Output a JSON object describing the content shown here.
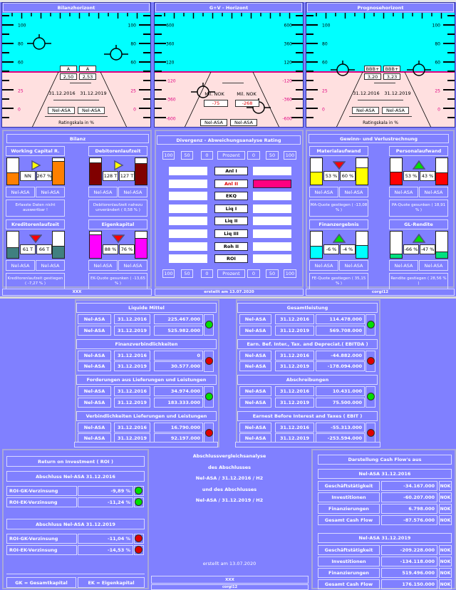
{
  "horizons": [
    {
      "title": "Bilanzhorizont",
      "scale_top": [
        "100",
        "80",
        "60"
      ],
      "scale_bottom": [
        "25",
        "0"
      ],
      "ratings": [
        "A",
        "A"
      ],
      "scores": [
        "2,50",
        "2,53"
      ],
      "dates": [
        "31.12.2016",
        "31.12.2019"
      ],
      "companies": [
        "Nel-ASA",
        "Nel-ASA"
      ],
      "caption": "Ratingskala in %"
    },
    {
      "title": "G+V - Horizont",
      "scale_top": [
        "600",
        "360",
        "120"
      ],
      "scale_bottom": [
        "-120",
        "-360",
        "-600"
      ],
      "units": [
        "Mil. NOK",
        "Mil. NOK"
      ],
      "values": [
        "-75",
        "-268"
      ],
      "companies": [
        "Nel-ASA",
        "Nel-ASA"
      ]
    },
    {
      "title": "Prognosehorizont",
      "scale_top": [
        "100",
        "80",
        "60"
      ],
      "scale_bottom": [
        "25",
        "0"
      ],
      "ratings": [
        "BBB+",
        "BBB+"
      ],
      "scores": [
        "3,20",
        "3,23"
      ],
      "dates": [
        "31.12.2016",
        "31.12.2019"
      ],
      "companies": [
        "Nel-ASA",
        "Nel-ASA"
      ],
      "caption": "Ratingskala in %"
    }
  ],
  "bilanz": {
    "title": "Bilanz",
    "gauges": [
      {
        "title": "Working Capital R.",
        "values": [
          "NN",
          "267 %"
        ],
        "companies": [
          "Nel-ASA",
          "Nel-ASA"
        ],
        "note": "Erfasste Daten nicht auswertbar !",
        "arrow": "right",
        "color": "#ff8000",
        "fill": [
          0.45,
          0.9
        ]
      },
      {
        "title": "Debitorenlaufzeit",
        "values": [
          "128 T",
          "127 T"
        ],
        "companies": [
          "Nel-ASA",
          "Nel-ASA"
        ],
        "note": "Debitorenlaufzeit nahezu unverändert ( 0,58 % )",
        "arrow": "right",
        "color": "#800000",
        "fill": [
          0.85,
          0.82
        ]
      },
      {
        "title": "Kreditorenlaufzeit",
        "values": [
          "61 T",
          "66 T"
        ],
        "companies": [
          "Nel-ASA",
          "Nel-ASA"
        ],
        "note": "Kreditorenlaufzeit gestiegen ( -7,27 % )",
        "arrow": "down",
        "color": "#408080",
        "fill": [
          0.4,
          0.45
        ]
      },
      {
        "title": "Eigenkapital",
        "values": [
          "88 %",
          "76 %"
        ],
        "companies": [
          "Nel-ASA",
          "Nel-ASA"
        ],
        "note": "EK-Quote gesunken ( -13,65 % )",
        "arrow": "down",
        "color": "#ff00ff",
        "fill": [
          0.88,
          0.76
        ]
      }
    ]
  },
  "guv": {
    "title": "Gewinn- und Verlustrechnung",
    "gauges": [
      {
        "title": "Materialaufwand",
        "values": [
          "53 %",
          "60 %"
        ],
        "companies": [
          "Nel-ASA",
          "Nel-ASA"
        ],
        "note": "MA-Quote gestiegen ( -13,08 % )",
        "arrow": "down",
        "color": "#ffff00",
        "fill": [
          0.5,
          0.65
        ]
      },
      {
        "title": "Personalaufwand",
        "values": [
          "53 %",
          "43 %"
        ],
        "companies": [
          "Nel-ASA",
          "Nel-ASA"
        ],
        "note": "PA-Quote gesunken ( 18,91 % )",
        "arrow": "up",
        "color": "#ff0000",
        "fill": [
          0.5,
          0.45
        ]
      },
      {
        "title": "Finanzergebnis",
        "values": [
          "-6 %",
          "-4 %"
        ],
        "companies": [
          "Nel-ASA",
          "Nel-ASA"
        ],
        "note": "FE-Quote gestiegen ( 35,15 % )",
        "arrow": "up",
        "color": "#00ffff",
        "fill": [
          0.45,
          0.48
        ]
      },
      {
        "title": "GL-Rendite",
        "values": [
          "-66 %",
          "-47 %"
        ],
        "companies": [
          "Nel-ASA",
          "Nel-ASA"
        ],
        "note": "Rendite gestiegen ( 28,56 % )",
        "arrow": "up",
        "color": "#00e080",
        "fill": [
          0.15,
          0.25
        ]
      }
    ]
  },
  "divergenz": {
    "title": "Divergenz - Abweichungsanalyse Rating",
    "scale": [
      "100",
      "50",
      "0",
      "Prozent",
      "0",
      "50",
      "100"
    ],
    "rows": [
      "Anl I",
      "Anl II",
      "EKQ",
      "Liq I",
      "Liq II",
      "Liq III",
      "Roh II",
      "ROI"
    ],
    "highlight_row": 1,
    "highlight_color": "#ff0080"
  },
  "footer": [
    "XXX",
    "erstellt am 13.07.2020",
    "corgi12"
  ],
  "kennzahlen_left": [
    {
      "title": "Liquide Mittel",
      "rows": [
        [
          "Nel-ASA",
          "31.12.2016",
          "225.467.000"
        ],
        [
          "Nel-ASA",
          "31.12.2019",
          "525.982.000"
        ]
      ],
      "status": "green"
    },
    {
      "title": "Finanzverbindlichkeiten",
      "rows": [
        [
          "Nel-ASA",
          "31.12.2016",
          "0"
        ],
        [
          "Nel-ASA",
          "31.12.2019",
          "30.577.000"
        ]
      ],
      "status": "red"
    },
    {
      "title": "Forderungen aus Lieferungen und Leistungen",
      "rows": [
        [
          "Nel-ASA",
          "31.12.2016",
          "34.974.000"
        ],
        [
          "Nel-ASA",
          "31.12.2019",
          "183.333.000"
        ]
      ],
      "status": "green"
    },
    {
      "title": "Verbindlichkeiten Lieferungen und Leistungen",
      "rows": [
        [
          "Nel-ASA",
          "31.12.2016",
          "16.790.000"
        ],
        [
          "Nel-ASA",
          "31.12.2019",
          "92.197.000"
        ]
      ],
      "status": "red"
    }
  ],
  "kennzahlen_right": [
    {
      "title": "Gesamtleistung",
      "rows": [
        [
          "Nel-ASA",
          "31.12.2016",
          "114.478.000"
        ],
        [
          "Nel-ASA",
          "31.12.2019",
          "569.708.000"
        ]
      ],
      "status": "green"
    },
    {
      "title": "Earn. Bef. Inter., Tax. and Depreciat.( EBITDA )",
      "rows": [
        [
          "Nel-ASA",
          "31.12.2016",
          "-44.882.000"
        ],
        [
          "Nel-ASA",
          "31.12.2019",
          "-178.094.000"
        ]
      ],
      "status": "red"
    },
    {
      "title": "Abschreibungen",
      "rows": [
        [
          "Nel-ASA",
          "31.12.2016",
          "10.431.000"
        ],
        [
          "Nel-ASA",
          "31.12.2019",
          "75.500.000"
        ]
      ],
      "status": "green"
    },
    {
      "title": "Earnest Before Interest and Taxes ( EBIT )",
      "rows": [
        [
          "Nel-ASA",
          "31.12.2016",
          "-55.313.000"
        ],
        [
          "Nel-ASA",
          "31.12.2019",
          "-253.594.000"
        ]
      ],
      "status": "red"
    }
  ],
  "roi": {
    "title": "Return on Investment ( ROI )",
    "blocks": [
      {
        "header": "Abschluss  Nel-ASA  31.12.2016",
        "rows": [
          {
            "label": "ROI-GK-Verzinsung",
            "value": "-9,89 %",
            "status": "green"
          },
          {
            "label": "ROI-EK-Verzinsung",
            "value": "-11,24 %",
            "status": "green"
          }
        ]
      },
      {
        "header": "Abschluss  Nel-ASA  31.12.2019",
        "rows": [
          {
            "label": "ROI-GK-Verzinsung",
            "value": "-11,04 %",
            "status": "red"
          },
          {
            "label": "ROI-EK-Verzinsung",
            "value": "-14,53 %",
            "status": "red"
          }
        ]
      }
    ],
    "legend": [
      "GK = Gesamtkapital",
      "EK = Eigenkapital"
    ]
  },
  "center": {
    "lines": [
      "Abschlussvergleichsanalyse",
      "des Abschlusses",
      "Nel-ASA / 31.12.2016 / H2",
      "und des Abschlusses",
      "Nel-ASA / 31.12.2019 / H2"
    ],
    "created": "erstellt am 13.07.2020",
    "footer": [
      "XXX",
      "corgi12"
    ]
  },
  "cashflow": {
    "title": "Darstellung Cash Flow's aus",
    "blocks": [
      {
        "header": "Nel-ASA  31.12.2016",
        "rows": [
          [
            "Geschäftstätigkeit",
            "-34.167.000",
            "NOK"
          ],
          [
            "Investitionen",
            "-60.207.000",
            "NOK"
          ],
          [
            "Finanzierungen",
            "6.798.000",
            "NOK"
          ],
          [
            "Gesamt Cash Flow",
            "-87.576.000",
            "NOK"
          ]
        ]
      },
      {
        "header": "Nel-ASA  31.12.2019",
        "rows": [
          [
            "Geschäftstätigkeit",
            "-209.228.000",
            "NOK"
          ],
          [
            "Investitionen",
            "-134.118.000",
            "NOK"
          ],
          [
            "Finanzierungen",
            "519.496.000",
            "NOK"
          ],
          [
            "Gesamt Cash Flow",
            "176.150.000",
            "NOK"
          ]
        ]
      }
    ]
  },
  "colors": {
    "background": "#8080ff",
    "sky": "#00ffff",
    "ground": "#ffe0e0",
    "horizon_line": "#e0007f",
    "green": "#00e000",
    "red": "#e00000"
  }
}
